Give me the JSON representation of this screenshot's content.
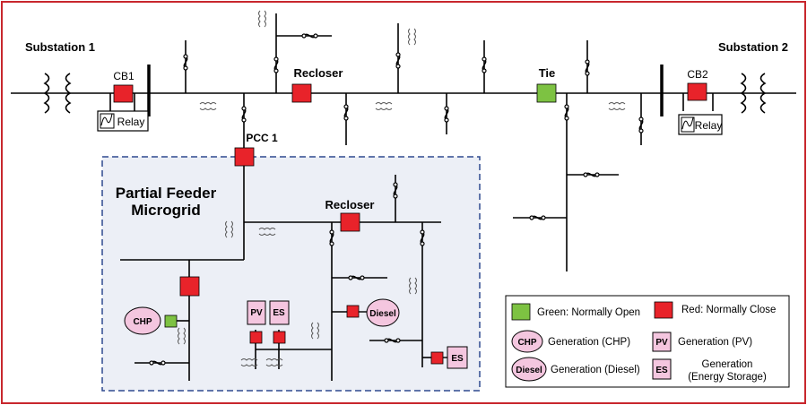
{
  "labels": {
    "substation1": "Substation 1",
    "substation2": "Substation 2",
    "cb1": "CB1",
    "cb2": "CB2",
    "relay": "Relay",
    "recloser": "Recloser",
    "tie": "Tie",
    "pcc": "PCC 1",
    "microgrid_line1": "Partial Feeder",
    "microgrid_line2": "Microgrid",
    "chp": "CHP",
    "pv": "PV",
    "es": "ES",
    "diesel": "Diesel"
  },
  "legend": {
    "green": "Green: Normally Open",
    "red": "Red: Normally Close",
    "chp_icon": "CHP",
    "chp_text": "Generation (CHP)",
    "pv_icon": "PV",
    "pv_text": "Generation (PV)",
    "diesel_icon": "Diesel",
    "diesel_text": "Generation (Diesel)",
    "es_icon": "ES",
    "es_text_line1": "Generation",
    "es_text_line2": "(Energy Storage)"
  },
  "colors": {
    "closed_switch": "#e8232a",
    "open_switch": "#7dc242",
    "gen_fill": "#f4c6df",
    "microgrid_fill": "#eceff6",
    "microgrid_border": "#2f4a8f",
    "frame": "#c8272d"
  }
}
